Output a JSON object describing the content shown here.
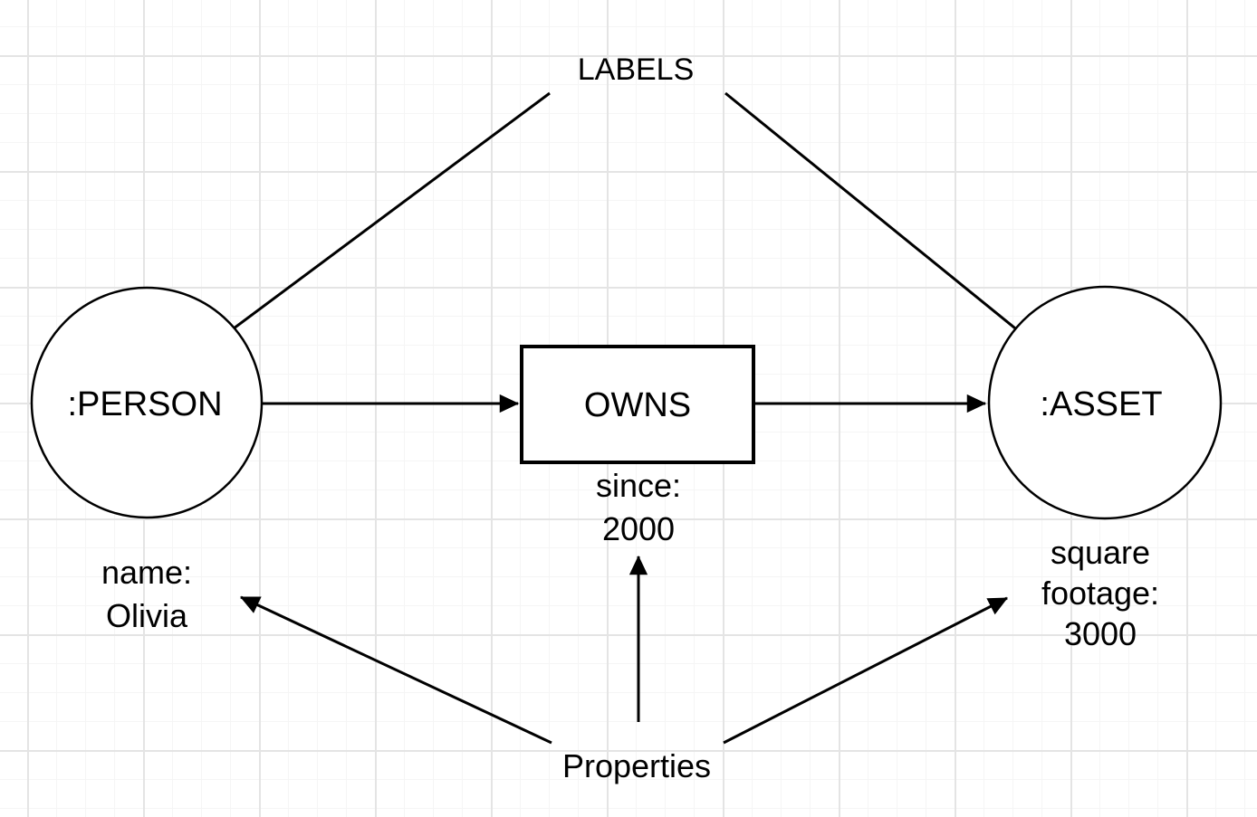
{
  "diagram": {
    "labels_title": "LABELS",
    "properties_title": "Properties",
    "nodes": {
      "person": {
        "label": ":PERSON"
      },
      "asset": {
        "label": ":ASSET"
      }
    },
    "relationship": {
      "label": "OWNS"
    },
    "property_values": {
      "person": {
        "line1": "name:",
        "line2": "Olivia"
      },
      "relationship": {
        "line1": "since:",
        "line2": "2000"
      },
      "asset": {
        "line1": "square",
        "line2": "footage:",
        "line3": "3000"
      }
    },
    "colors": {
      "stroke": "#000000",
      "background": "#ffffff",
      "grid_minor": "#f5f5f5",
      "grid_major": "#e4e4e4"
    }
  }
}
